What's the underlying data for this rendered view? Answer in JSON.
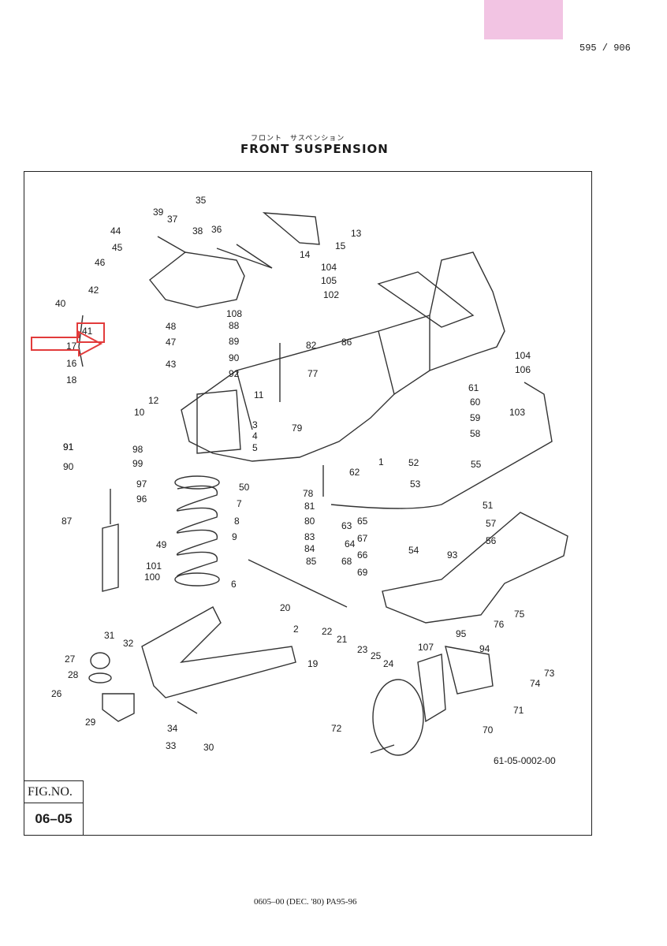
{
  "page_number": "595 / 906",
  "title_japanese": "フロント　サスペンション",
  "title": "FRONT SUSPENSION",
  "figure": {
    "label": "FIG.NO.",
    "number": "06–05"
  },
  "reference_code": "61-05-0002-00",
  "footer": "0605–00 (DEC. '80) PA95-96",
  "highlight_color": "#e23b3b",
  "part_labels": [
    "1",
    "2",
    "3",
    "4",
    "5",
    "6",
    "7",
    "8",
    "9",
    "10",
    "11",
    "12",
    "13",
    "14",
    "15",
    "16",
    "17",
    "18",
    "19",
    "20",
    "21",
    "22",
    "23",
    "24",
    "25",
    "26",
    "27",
    "28",
    "29",
    "30",
    "31",
    "32",
    "33",
    "34",
    "35",
    "36",
    "37",
    "38",
    "39",
    "40",
    "41",
    "42",
    "43",
    "44",
    "45",
    "46",
    "47",
    "48",
    "49",
    "50",
    "51",
    "52",
    "53",
    "54",
    "55",
    "56",
    "57",
    "58",
    "59",
    "60",
    "61",
    "62",
    "63",
    "64",
    "65",
    "66",
    "67",
    "68",
    "69",
    "70",
    "71",
    "72",
    "73",
    "74",
    "75",
    "76",
    "77",
    "78",
    "79",
    "80",
    "81",
    "82",
    "83",
    "84",
    "85",
    "86",
    "87",
    "88",
    "89",
    "90",
    "91",
    "92",
    "93",
    "94",
    "95",
    "96",
    "97",
    "98",
    "99",
    "100",
    "101",
    "102",
    "103",
    "104",
    "105",
    "106",
    "107",
    "108",
    "90",
    "91",
    "104"
  ]
}
